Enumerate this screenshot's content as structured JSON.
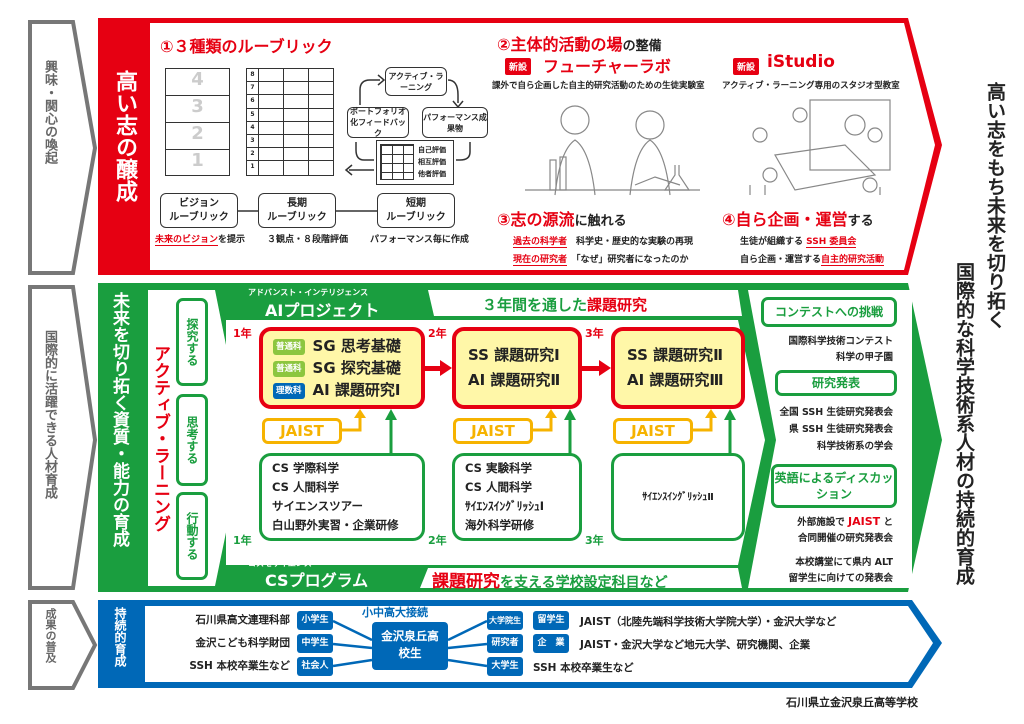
{
  "left_arrows": [
    "興味・関心の喚起",
    "国際的に活躍できる人材育成",
    "成果の普及"
  ],
  "right_titles": [
    "高い志をもち未来を切り拓く",
    "国際的な科学技術系人材の持続的育成"
  ],
  "school": "石川県立金沢泉丘高等学校",
  "colors": {
    "red": "#e60012",
    "green": "#1a9e3f",
    "blue": "#0068b7",
    "yellow": "#f6b300",
    "gray": "#777777"
  },
  "red_section": {
    "side_title": "高い志の醸成",
    "rubric": {
      "heading": "①３種類のルーブリック",
      "levels4": [
        "4",
        "3",
        "2",
        "1"
      ],
      "levels8": [
        "8",
        "7",
        "6",
        "5",
        "4",
        "3",
        "2",
        "1"
      ],
      "cycle": {
        "active": "アクティブ・ラーニング",
        "performance": "パフォーマンス成果物",
        "portfolio": "ポートフォリオ化フィードバック",
        "evals": [
          "自己評価",
          "相互評価",
          "他者評価"
        ]
      },
      "boxes": [
        {
          "l1": "ビジョン",
          "l2": "ルーブリック"
        },
        {
          "l1": "長期",
          "l2": "ルーブリック"
        },
        {
          "l1": "短期",
          "l2": "ルーブリック"
        }
      ],
      "captions": {
        "vision_em": "未来のビジョン",
        "vision_rest": "を提示",
        "long": "３観点・８段階評価",
        "short": "パフォーマンス毎に作成"
      }
    },
    "places": {
      "heading_em": "②主体的活動の場",
      "heading_rest": "の整備",
      "new_badge": "新設",
      "lab": "フューチャーラボ",
      "lab_desc": "課外で自ら企画した自主的研究活動のための生徒実験室",
      "studio": "iStudio",
      "studio_desc": "アクティブ・ラーニング専用のスタジオ型教室"
    },
    "origin": {
      "heading_em": "③志の源流",
      "heading_rest": "に触れる",
      "rows": [
        {
          "k": "過去の科学者",
          "v": "科学史・歴史的な実験の再現"
        },
        {
          "k": "現在の研究者",
          "v": "「なぜ」研究者になったのか"
        }
      ]
    },
    "self": {
      "heading_em": "④自ら企画・運営",
      "heading_rest": "する",
      "row1_pre": "生徒が組織する",
      "row1_em": "SSH 委員会",
      "row2_pre": "自ら企画・運営する",
      "row2_em": "自主的研究活動"
    }
  },
  "green_section": {
    "side_title": "未来を切り拓く資質・能力の育成",
    "active_learning": "アクティブ・ラーニング",
    "actions": [
      "探究する",
      "思考する",
      "行動する"
    ],
    "ai_ruby": "アドバンスト・インテリジェンス",
    "ai_title": "AIプロジェクト",
    "research_title_pre": "３年間を通した",
    "research_title_em": "課題研究",
    "years": [
      "1年",
      "2年",
      "3年"
    ],
    "year1": [
      {
        "tag": "普通科",
        "tag_color": "#8cc63f",
        "name": "SG 思考基礎"
      },
      {
        "tag": "普通科",
        "tag_color": "#8cc63f",
        "name": "SG 探究基礎"
      },
      {
        "tag": "理数科",
        "tag_color": "#0068b7",
        "name": "AI 課題研究Ⅰ"
      }
    ],
    "year2": [
      "SS 課題研究Ⅰ",
      "AI 課題研究Ⅱ"
    ],
    "year3": [
      "SS 課題研究Ⅱ",
      "AI 課題研究Ⅲ"
    ],
    "jaist": "JAIST",
    "cs1": [
      "CS 学際科学",
      "CS 人間科学",
      "サイエンスツアー",
      "白山野外実習・企業研修"
    ],
    "cs2": [
      "CS 実験科学",
      "CS 人間科学",
      "ｻｲｴﾝｽｲﾝｸﾞﾘｯｼｭⅠ",
      "海外科学研修"
    ],
    "cs3": [
      "ｻｲｴﾝｽｲﾝｸﾞﾘｯｼｭⅡ"
    ],
    "cs_ruby": "コスモサイエンス",
    "cs_title": "CSプログラム",
    "support_em": "課題研究",
    "support_rest": "を支える学校設定科目など",
    "outcomes": {
      "contest": "コンテストへの挑戦",
      "contest_items": [
        "国際科学技術コンテスト",
        "科学の甲子園"
      ],
      "present": "研究発表",
      "present_items": [
        "全国 SSH 生徒研究発表会",
        "県 SSH 生徒研究発表会",
        "科学技術系の学会"
      ],
      "english": "英語によるディスカッション",
      "english_l1_pre": "外部施設で",
      "english_l1_em": "JAIST",
      "english_l1_post": "と",
      "english_l2": "合同開催の研究発表会",
      "english_l3": "本校講堂にて県内 ALT",
      "english_l4": "留学生に向けての発表会"
    }
  },
  "blue_section": {
    "side_title": "持続的育成",
    "connect": "小中高大接続",
    "center": "金沢泉丘高校生",
    "left": [
      {
        "org": "石川県高文連理科部",
        "badge": "小学生"
      },
      {
        "org": "金沢こども科学財団",
        "badge": "中学生"
      },
      {
        "org": "SSH 本校卒業生など",
        "badge": "社会人"
      }
    ],
    "right": [
      {
        "badges": [
          "大学院生",
          "留学生"
        ],
        "text": "JAIST（北陸先端科学技術大学院大学）・金沢大学など"
      },
      {
        "badges": [
          "研究者",
          "企　業"
        ],
        "text": "JAIST・金沢大学など地元大学、研究機関、企業"
      },
      {
        "badges": [
          "大学生"
        ],
        "text": "SSH 本校卒業生など"
      }
    ]
  }
}
